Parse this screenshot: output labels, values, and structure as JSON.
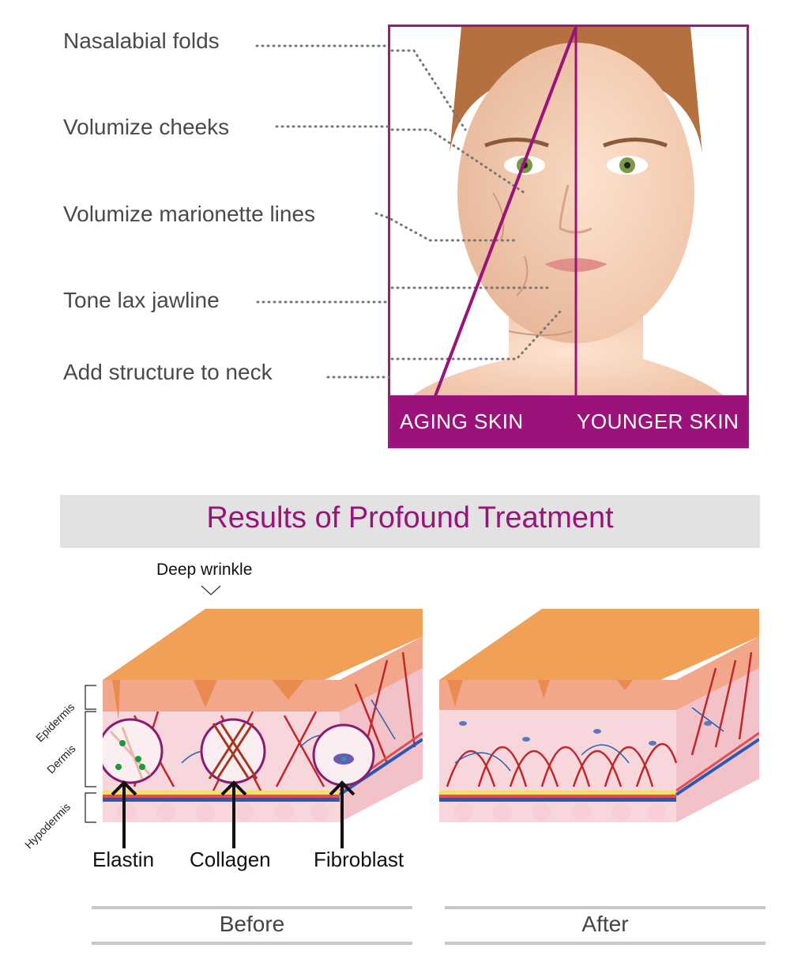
{
  "face_section": {
    "callouts": [
      {
        "label": "Nasalabial folds"
      },
      {
        "label": "Volumize cheeks"
      },
      {
        "label": "Volumize marionette lines"
      },
      {
        "label": "Tone lax jawline"
      },
      {
        "label": "Add structure to neck"
      }
    ],
    "panels": {
      "left": "AGING SKIN",
      "right": "YOUNGER SKIN"
    },
    "accent_color": "#9b127a"
  },
  "treatment_section": {
    "title": "Results of Profound Treatment",
    "deep_wrinkle_label": "Deep wrinkle",
    "layers": [
      "Epidermis",
      "Dermis",
      "Hypodermis"
    ],
    "components": [
      "Elastin",
      "Collagen",
      "Fibroblast"
    ],
    "captions": {
      "before": "Before",
      "after": "After"
    }
  }
}
